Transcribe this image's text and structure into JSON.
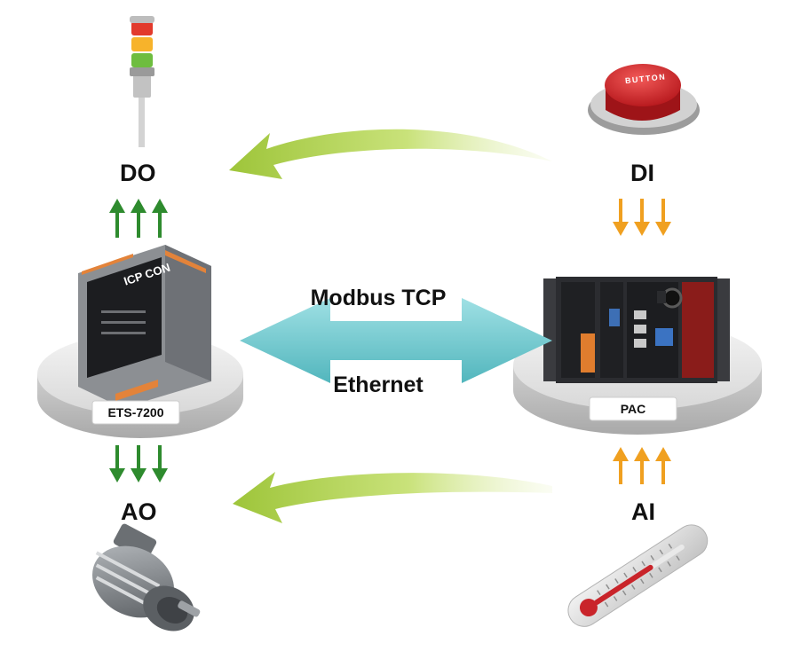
{
  "nodes": {
    "do_label": "DO",
    "di_label": "DI",
    "ao_label": "AO",
    "ai_label": "AI"
  },
  "link": {
    "protocol": "Modbus TCP",
    "medium": "Ethernet"
  },
  "devices": {
    "left_tag": "ETS-7200",
    "right_tag": "PAC",
    "module_brand": "ICP CON",
    "button_text": "BUTTON"
  },
  "colors": {
    "output_arrow": "#2e8b2e",
    "input_arrow": "#f0a020",
    "flow_arrow": "#a8cc3c",
    "link_arrow": "#6cc9cf",
    "button_red": "#d8262a"
  },
  "icons": {
    "do": "tower-light-icon",
    "di": "push-button-icon",
    "ao": "motor-icon",
    "ai": "thermometer-icon"
  }
}
